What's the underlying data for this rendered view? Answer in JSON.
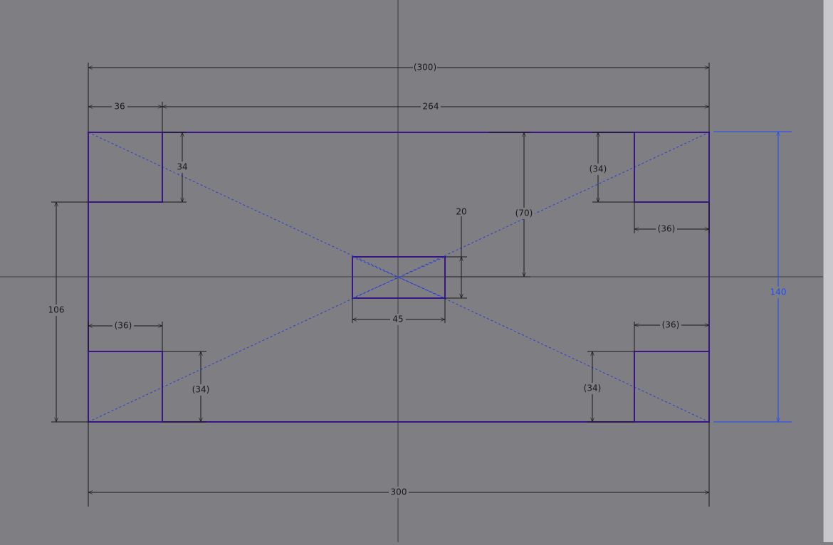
{
  "dimensions": {
    "overall_width_top": "(300)",
    "corner_width_top_left": "36",
    "remaining_width_top": "264",
    "top_left_height": "34",
    "top_right_height": "(34)",
    "center_to_top": "(70)",
    "slot_height": "20",
    "top_right_width": "(36)",
    "left_offset_height": "106",
    "bottom_left_width": "(36)",
    "bottom_right_width": "(36)",
    "bottom_left_height": "(34)",
    "bottom_right_height": "(34)",
    "slot_width": "45",
    "overall_height": "140",
    "overall_width_bottom": "300"
  },
  "colors": {
    "background": "#7f7e82",
    "geometry": "#3a1585",
    "construction": "#2b3cd6",
    "selected_dimension": "#1f4bff",
    "dimension": "#1a1a1a"
  }
}
